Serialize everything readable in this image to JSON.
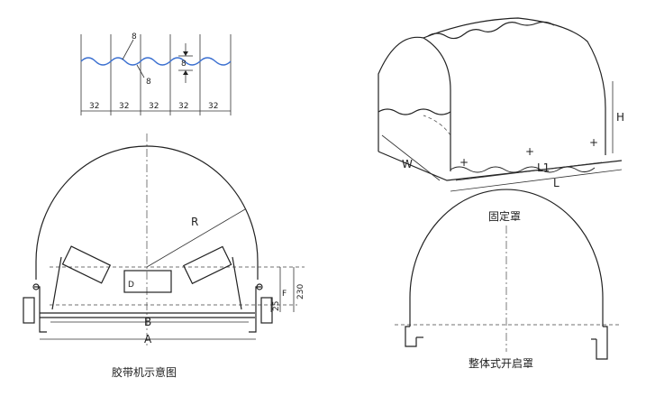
{
  "wave_detail": {
    "pitch_labels": [
      "32",
      "32",
      "32",
      "32",
      "32"
    ],
    "depth_label": "8",
    "diag_label_top": "8",
    "diag_label_bottom": "8"
  },
  "belt_diagram": {
    "caption": "胶带机示意图",
    "R_label": "R",
    "B_label": "B",
    "A_label": "A",
    "D_label": "D",
    "F_label": "F",
    "dim_230": "230",
    "dim_25": "25"
  },
  "fixed_cover": {
    "caption": "固定罩",
    "H_label": "H",
    "W_label": "W",
    "L_label": "L",
    "L1_label": "L1",
    "plus_marks": [
      "+",
      "+",
      "+"
    ]
  },
  "open_cover": {
    "caption": "整体式开启罩"
  },
  "colors": {
    "wave": "#3a6fd0",
    "line": "#222222"
  }
}
